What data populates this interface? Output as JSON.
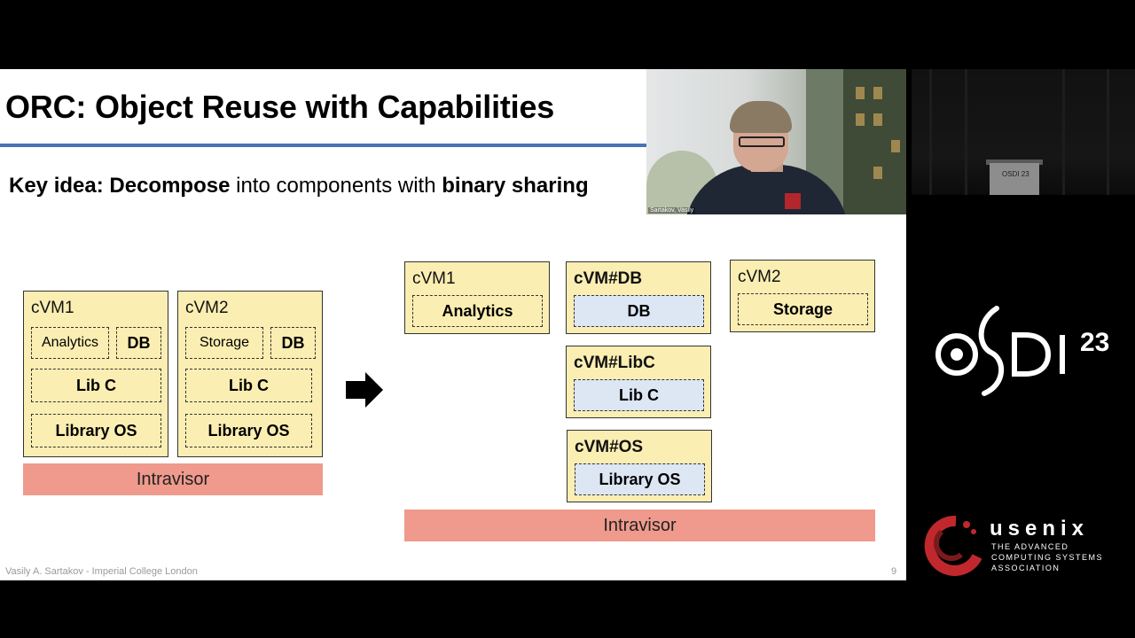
{
  "slide": {
    "title": "ORC: Object Reuse with Capabilities",
    "key_idea": {
      "prefix": "Key idea: ",
      "bold1": "Decompose",
      "middle": " into components with ",
      "bold2": "binary sharing"
    },
    "footer_left": "Vasily A. Sartakov - Imperial College London",
    "page_number": "9",
    "before": {
      "cvm1": {
        "label": "cVM1",
        "analytics": "Analytics",
        "db": "DB",
        "libc": "Lib C",
        "libos": "Library OS"
      },
      "cvm2": {
        "label": "cVM2",
        "storage": "Storage",
        "db": "DB",
        "libc": "Lib C",
        "libos": "Library OS"
      },
      "intravisor": "Intravisor"
    },
    "after": {
      "cvm1": {
        "label": "cVM1",
        "content": "Analytics"
      },
      "cvm_db": {
        "label": "cVM#DB",
        "content": "DB"
      },
      "cvm2": {
        "label": "cVM2",
        "content": "Storage"
      },
      "cvm_libc": {
        "label": "cVM#LibC",
        "content": "Lib C"
      },
      "cvm_os": {
        "label": "cVM#OS",
        "content": "Library OS"
      },
      "intravisor": "Intravisor"
    }
  },
  "webcam": {
    "name_tag": "Sartakov, Vasily"
  },
  "stage": {
    "podium_text": "OSDI 23"
  },
  "branding": {
    "osdi_year": "23",
    "usenix_name": "usenix",
    "usenix_tagline1": "THE ADVANCED",
    "usenix_tagline2": "COMPUTING SYSTEMS",
    "usenix_tagline3": "ASSOCIATION"
  },
  "colors": {
    "box_fill": "#fbeeb2",
    "shared_fill": "#dde6f3",
    "intravisor_fill": "#ef9a8c",
    "title_rule": "#4a72b4",
    "usenix_red": "#c0282d"
  }
}
